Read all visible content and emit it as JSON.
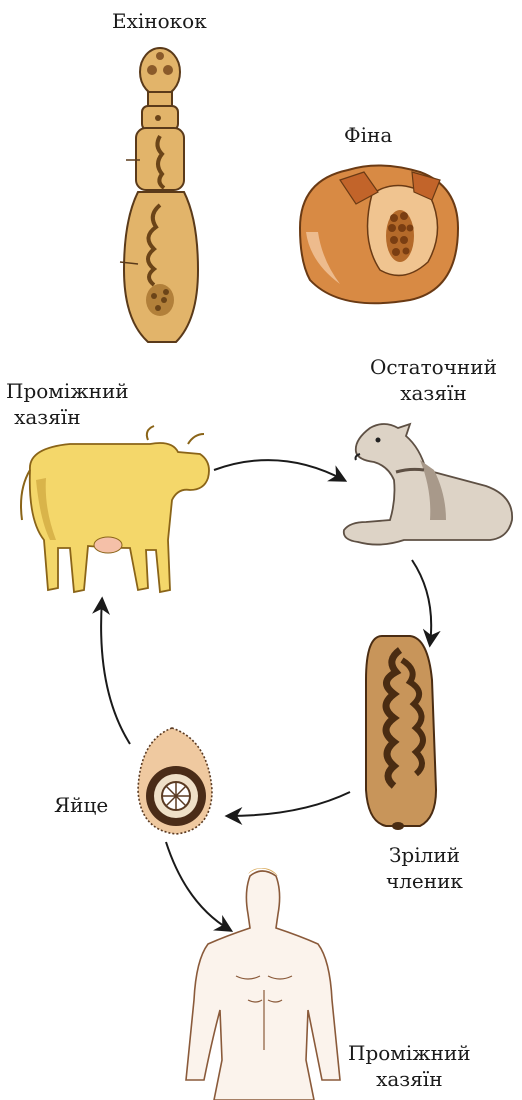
{
  "labels": {
    "echinococcus": "Ехінокок",
    "fina": "Фіна",
    "intermediate_host_1": [
      "Проміжний",
      "хазяїн"
    ],
    "final_host": [
      "Остаточний",
      "хазяїн"
    ],
    "mature_segment": [
      "Зрілий",
      "членик"
    ],
    "egg": "Яйце",
    "intermediate_host_2": [
      "Проміжний",
      "хазяїн"
    ]
  },
  "colors": {
    "worm_body": "#e2b46a",
    "worm_outline": "#5a3a1a",
    "worm_organs": "#6b4418",
    "cyst_outer": "#d88a44",
    "cyst_inner": "#f0c490",
    "cyst_scolices": "#9a5420",
    "cow_body": "#f4d76a",
    "cow_shadow": "#d9b44a",
    "dog_body": "#ddd3c6",
    "dog_shadow": "#a8998a",
    "segment_body": "#c8955a",
    "segment_organs": "#4a2c12",
    "egg_shell": "#efc9a0",
    "egg_embryo": "#5a3a22",
    "human_outline": "#8a5a3a",
    "human_skin": "#fbf3ec",
    "arrow": "#1a1a1a"
  },
  "icons": [
    "echinococcus-worm-icon",
    "cyst-icon",
    "cow-icon",
    "dog-icon",
    "mature-segment-icon",
    "egg-icon",
    "human-icon"
  ]
}
